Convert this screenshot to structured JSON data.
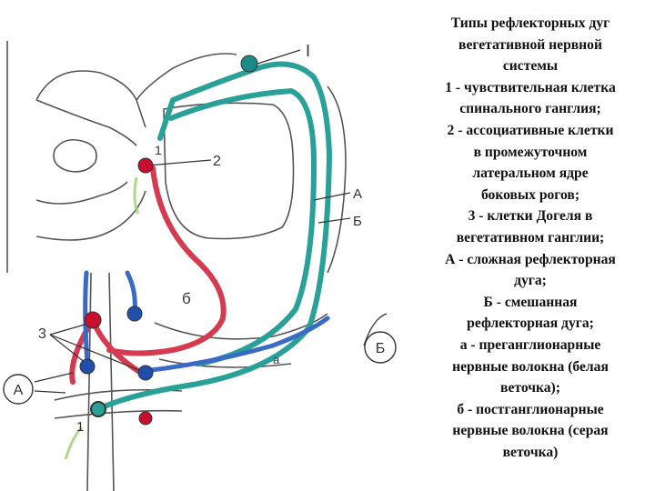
{
  "caption": {
    "lines": [
      "Типы рефлекторных дуг",
      "вегетативной нервной",
      "системы",
      "1 - чувствительная клетка",
      "спинального ганглия;",
      "2 - ассоциативные клетки",
      "в промежуточном",
      "латеральном ядре",
      "боковых рогов;",
      "3 - клетки Догеля в",
      "вегетативном ганглии;",
      "А - сложная рефлекторная",
      "дуга;",
      "Б - смешанная",
      "рефлекторная дуга;",
      "а - преганглионарные",
      "нервные волокна (белая",
      "веточка);",
      "б - постганглионарные",
      "нервные волокна (серая",
      "веточка)"
    ]
  },
  "labels": {
    "roman_one": "I",
    "num_one": "1",
    "num_two": "2",
    "num_three": "3",
    "letter_A": "А",
    "letter_B": "Б",
    "letter_b_small": "б",
    "circle_A": "А",
    "circle_B": "Б",
    "letter_a_small": "a"
  },
  "colors": {
    "teal": "#2aa198",
    "red": "#d63a4e",
    "blue": "#3a6bc4",
    "outline": "#555555",
    "green": "#9bd06a",
    "cell_red": "#c8102e",
    "cell_blue": "#1f4fa8",
    "cell_teal": "#1d8a8a"
  }
}
